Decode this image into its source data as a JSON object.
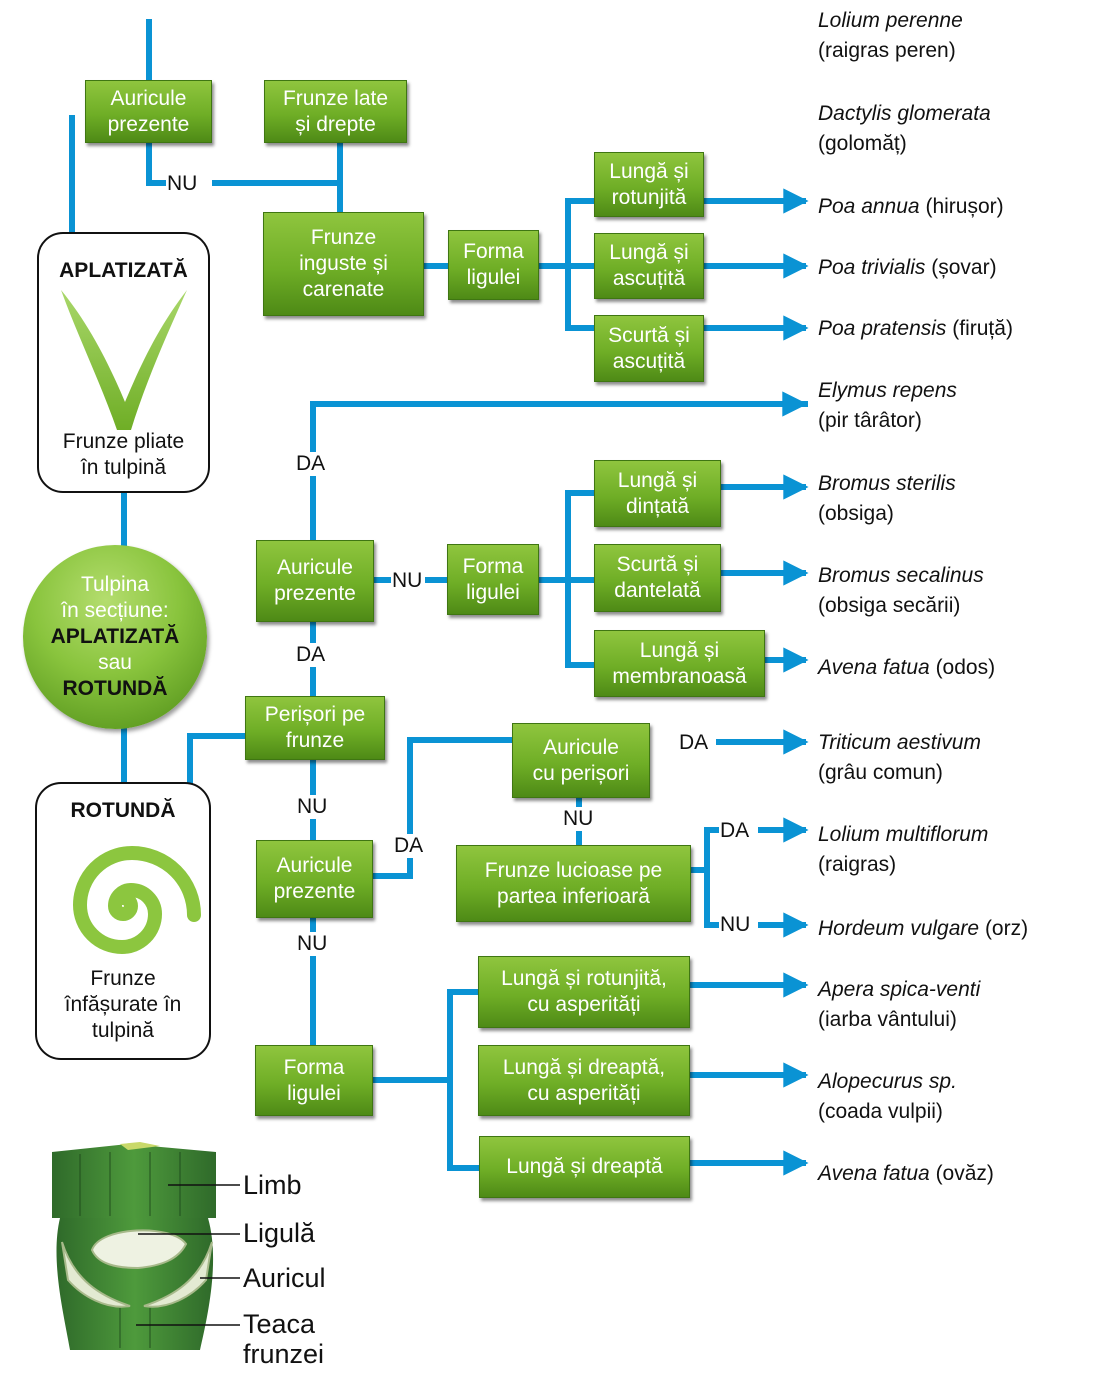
{
  "boxes": {
    "auricule_top": "Auricule\nprezente",
    "frunze_late": "Frunze late\nși drepte",
    "frunze_inguste": "Frunze\ninguste și\ncarenate",
    "forma_ligulei_1": "Forma\nligulei",
    "lunga_rotunjita": "Lungă și\nrotunjită",
    "lunga_ascutita": "Lungă și\nascuțită",
    "scurta_ascutita": "Scurtă și\nascuțită",
    "auricule_mid": "Auricule\nprezente",
    "forma_ligulei_2": "Forma\nligulei",
    "lunga_dintata": "Lungă și\ndințată",
    "scurta_dantelata": "Scurtă și\ndantelată",
    "lunga_membranoasa": "Lungă și\nmembranoasă",
    "perisori_frunze": "Perișori pe\nfrunze",
    "auricule_perisori": "Auricule\ncu perișori",
    "auricule_low": "Auricule\nprezente",
    "frunze_lucioase": "Frunze lucioase pe\npartea inferioară",
    "forma_ligulei_3": "Forma\nligulei",
    "lunga_rotunjita_asp": "Lungă și rotunjită,\ncu asperități",
    "lunga_dreapta_asp": "Lungă și dreaptă,\ncu asperități",
    "lunga_dreapta": "Lungă și dreaptă"
  },
  "labels": {
    "nu_1": "NU",
    "da_1": "DA",
    "nu_2": "NU",
    "da_2": "DA",
    "da_3": "DA",
    "nu_3": "NU",
    "da_4": "DA",
    "nu_4": "NU",
    "nu_5": "NU",
    "da_5": "DA",
    "nu_6": "NU"
  },
  "species": {
    "lolium_perenne": {
      "latin": "Lolium perenne",
      "common": "(raigras peren)"
    },
    "dactylis": {
      "latin": "Dactylis glomerata",
      "common": "(golomăț)"
    },
    "poa_annua": {
      "latin": "Poa annua",
      "common": "(hirușor)"
    },
    "poa_trivialis": {
      "latin": "Poa trivialis",
      "common": "(șovar)"
    },
    "poa_pratensis": {
      "latin": "Poa pratensis",
      "common": "(firuță)"
    },
    "elymus": {
      "latin": "Elymus repens",
      "common": "(pir târâtor)"
    },
    "bromus_sterilis": {
      "latin": "Bromus sterilis",
      "common": "(obsiga)"
    },
    "bromus_secalinus": {
      "latin": "Bromus secalinus",
      "common": "(obsiga secării)"
    },
    "avena_fatua_1": {
      "latin": "Avena fatua",
      "common": "(odos)"
    },
    "triticum": {
      "latin": "Triticum aestivum",
      "common": "(grâu comun)"
    },
    "lolium_multiflorum": {
      "latin": "Lolium multiflorum",
      "common": "(raigras)"
    },
    "hordeum": {
      "latin": "Hordeum vulgare",
      "common": "(orz)"
    },
    "apera": {
      "latin": "Apera spica-venti",
      "common": "(iarba vântului)"
    },
    "alopecurus": {
      "latin": "Alopecurus sp.",
      "common": "(coada vulpii)"
    },
    "avena_fatua_2": {
      "latin": "Avena fatua",
      "common": "(ovăz)"
    }
  },
  "panels": {
    "flat": {
      "title": "APLATIZATĂ",
      "caption": "Frunze pliate\nîn tulpină"
    },
    "round": {
      "title": "ROTUNDĂ",
      "caption": "Frunze\nînfășurate în\ntulpină"
    }
  },
  "stem": {
    "line1": "Tulpina",
    "line2": "în secțiune:",
    "flat": "APLATIZATĂ",
    "or": "sau",
    "round": "ROTUNDĂ"
  },
  "leaf_parts": {
    "limb": "Limb",
    "ligula": "Ligulă",
    "auricul": "Auricul",
    "teaca": "Teaca\nfrunzei"
  },
  "colors": {
    "connector": "#0a93d4",
    "box_green": "#6fae26",
    "leaf_green": "#8cc63f"
  }
}
